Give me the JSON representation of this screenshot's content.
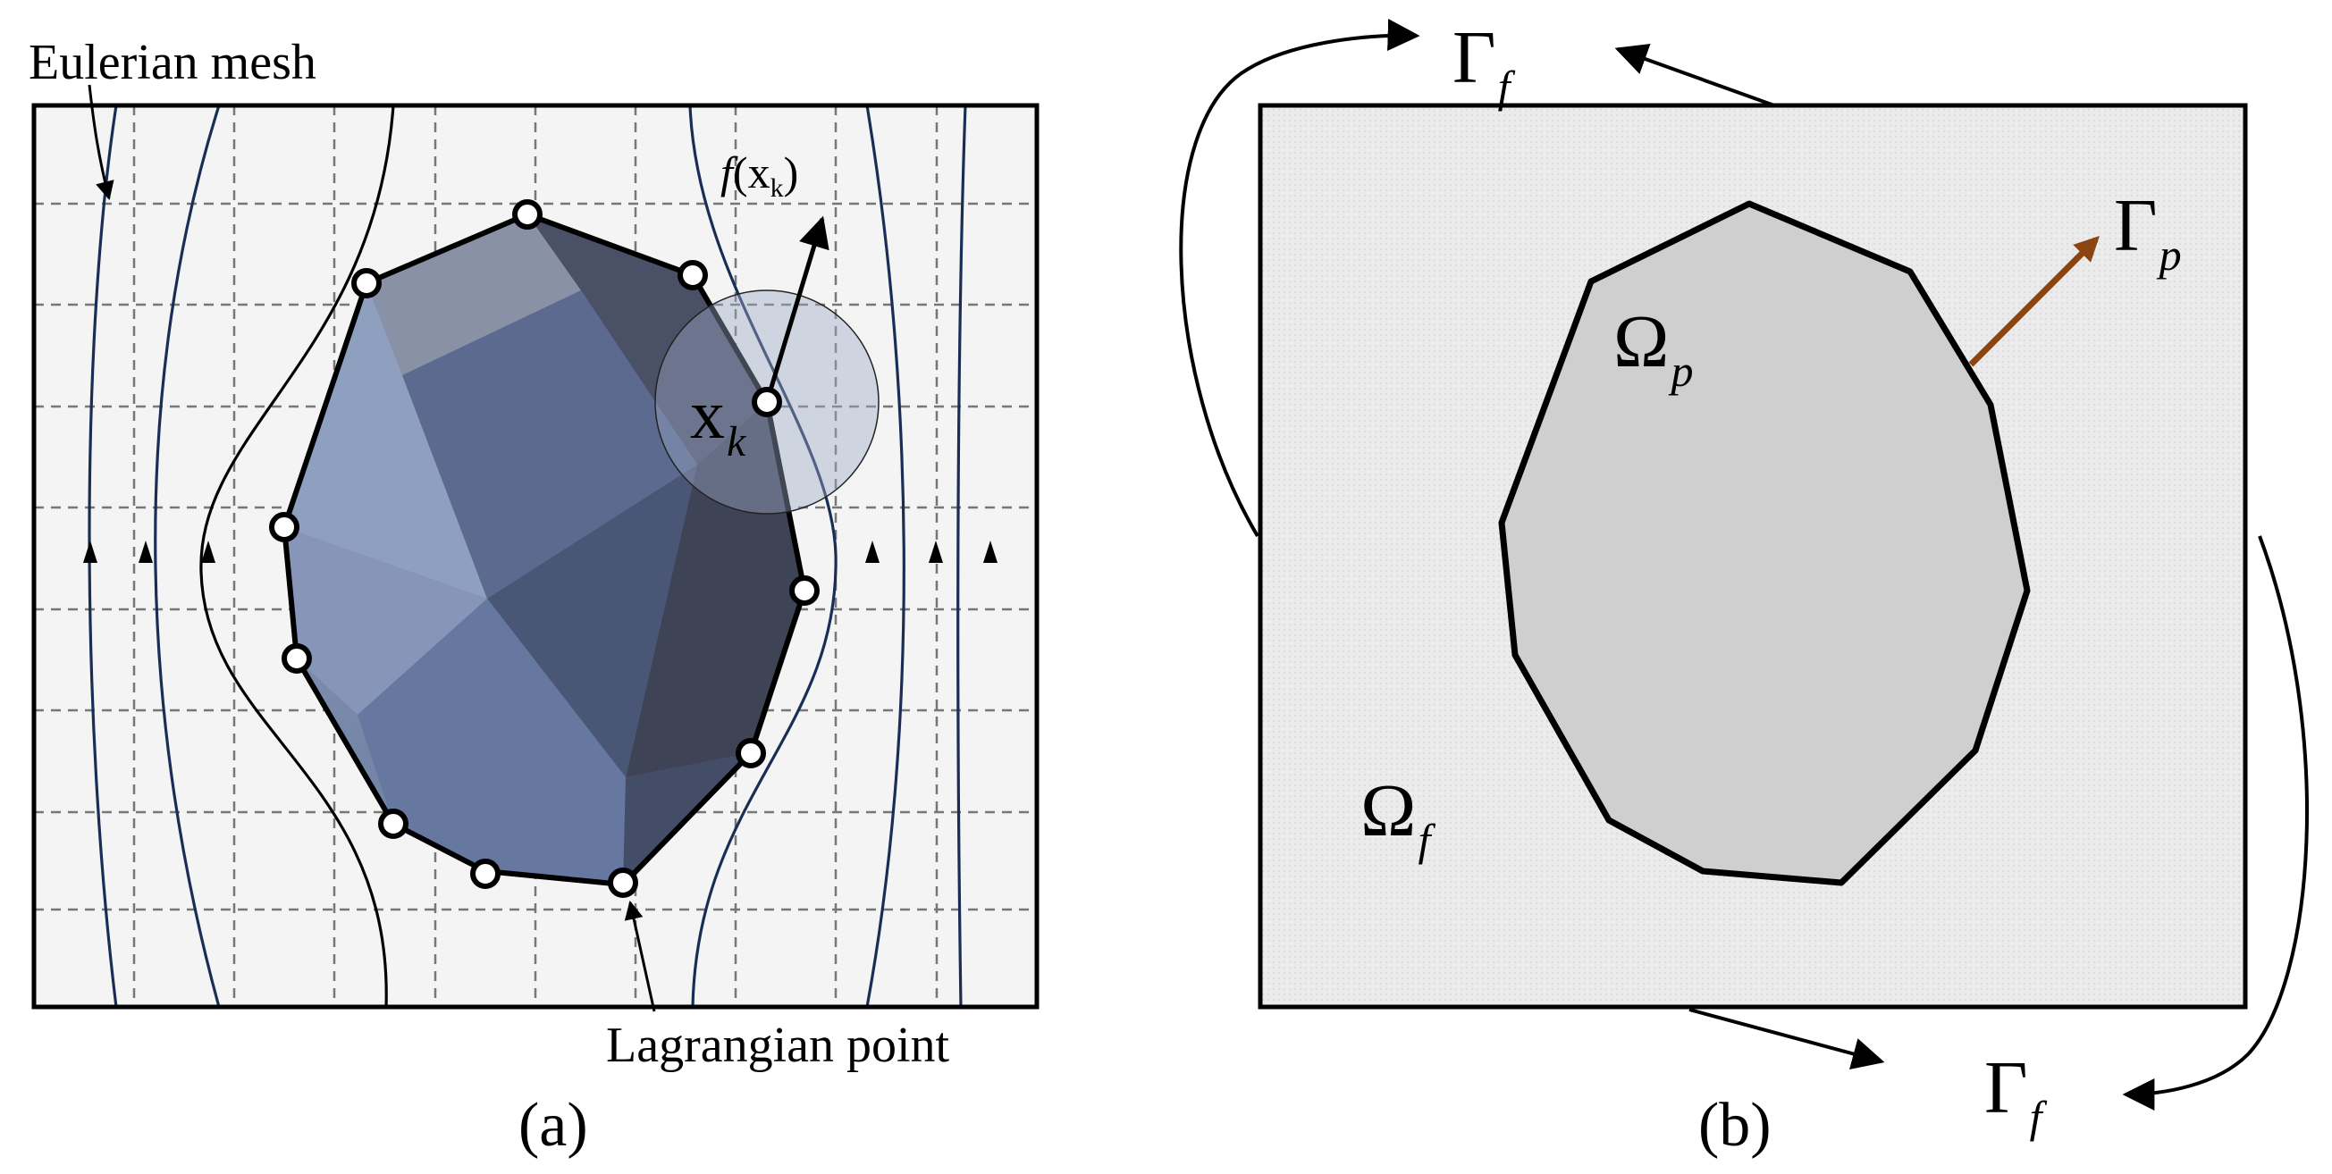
{
  "panel_a": {
    "caption": "(a)",
    "eulerian_label": "Eulerian mesh",
    "lagrangian_label": "Lagrangian point",
    "force_label": {
      "f": "f",
      "open": "(",
      "x": "x",
      "sub": "k",
      "close": ")"
    },
    "point_label": {
      "x": "x",
      "sub": "k"
    }
  },
  "panel_b": {
    "caption": "(b)",
    "omega_p": {
      "sym": "Ω",
      "sub": "p"
    },
    "omega_f": {
      "sym": "Ω",
      "sub": "f"
    },
    "gamma_p": {
      "sym": "Γ",
      "sub": "p"
    },
    "gamma_f_top": {
      "sym": "Γ",
      "sub": "f"
    },
    "gamma_f_bottom": {
      "sym": "Γ",
      "sub": "f"
    }
  },
  "colors": {
    "background": "#f4f4f4",
    "grid": "#777777",
    "streamline": "#1a2e55",
    "particle_fill": "#cfcfcf",
    "normal_arrow": "#8b4513",
    "kernel_circle": "#9aaac4"
  }
}
